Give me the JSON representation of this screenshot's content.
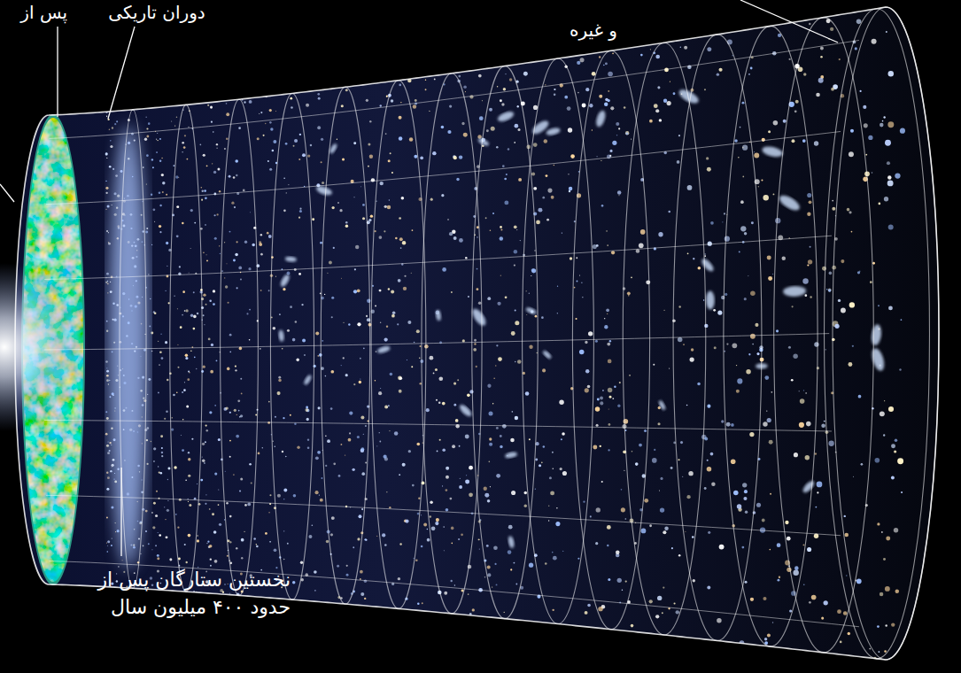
{
  "diagram": {
    "labels": [
      "پس از",
      "دوران تاریکی",
      "و غیره",
      "نخستین ستارگان پس از حدود ۴۰۰ میلیون سال"
    ]
  }
}
